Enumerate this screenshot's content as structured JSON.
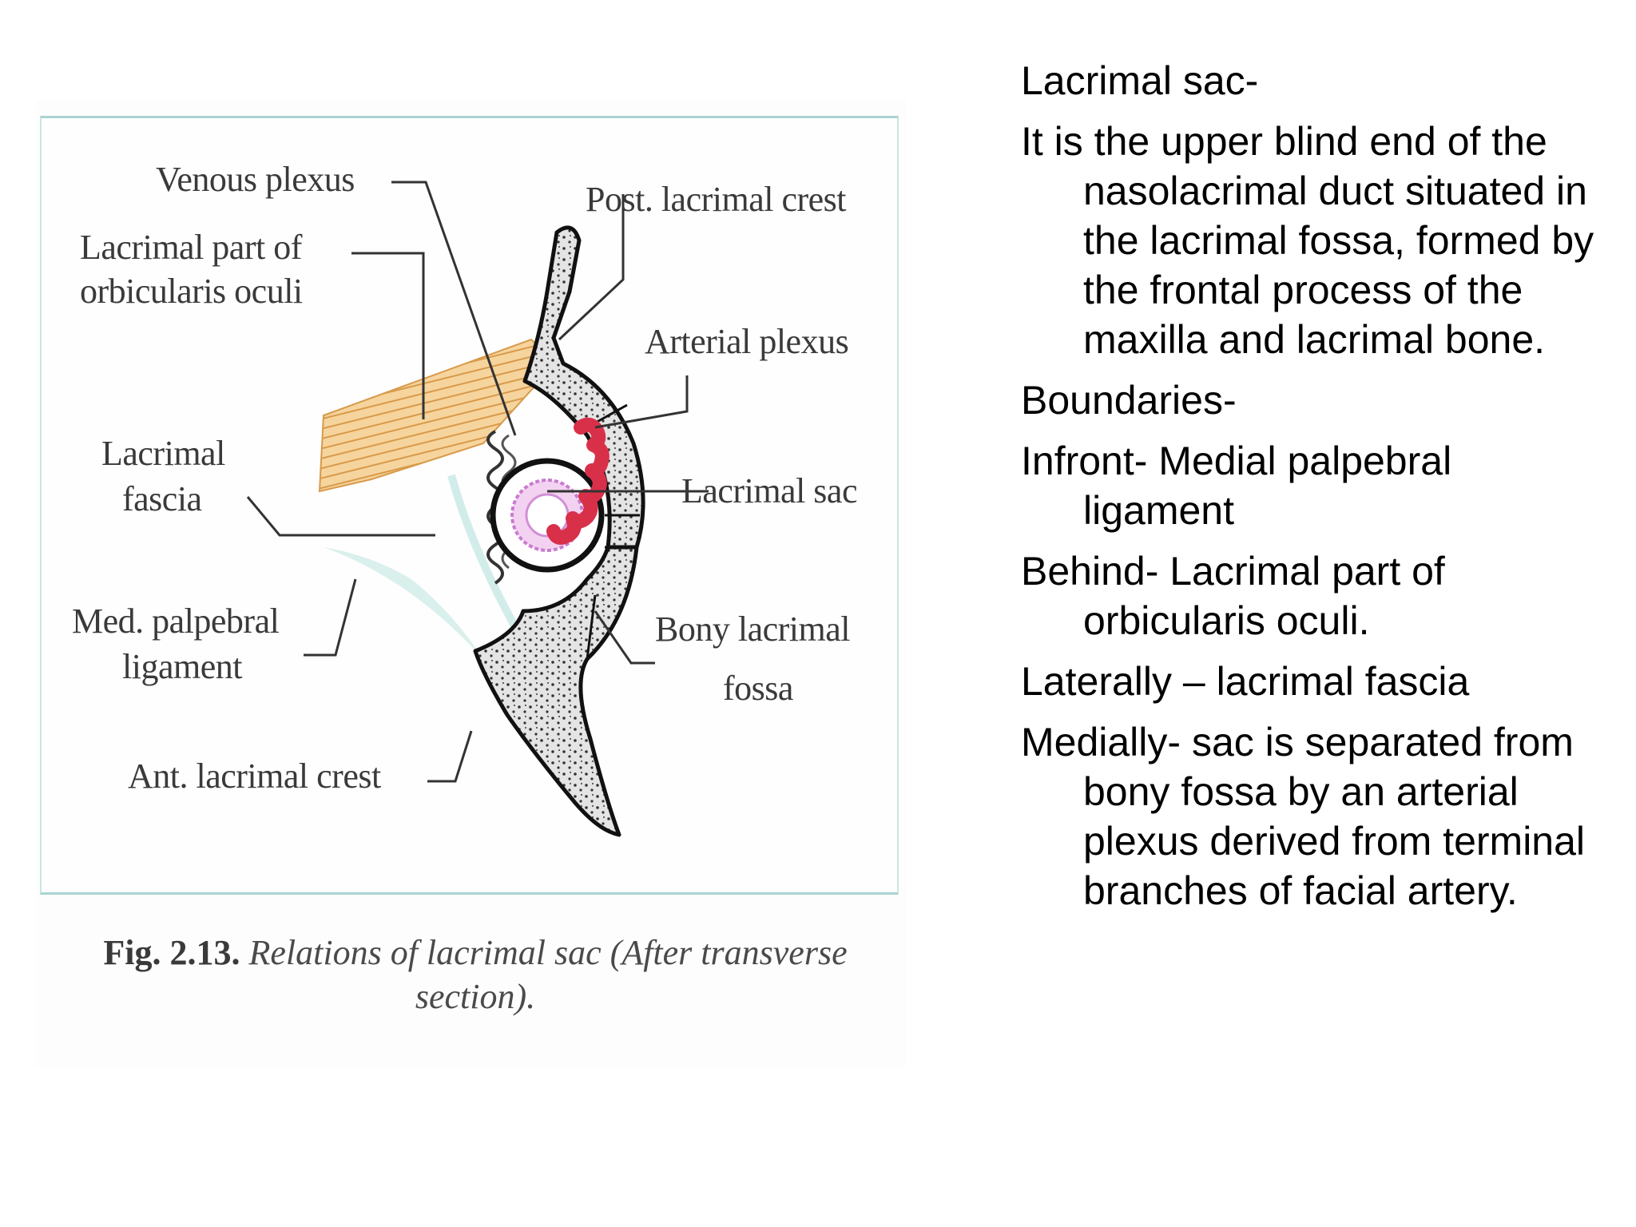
{
  "figure": {
    "labels": {
      "venous_plexus": "Venous plexus",
      "lacrimal_part_line1": "Lacrimal part of",
      "lacrimal_part_line2": "orbicularis oculi",
      "lacrimal_fascia_line1": "Lacrimal",
      "lacrimal_fascia_line2": "fascia",
      "med_palpebral_line1": "Med. palpebral",
      "med_palpebral_line2": "ligament",
      "ant_lacrimal_crest": "Ant. lacrimal crest",
      "post_lacrimal_crest": "Post. lacrimal crest",
      "arterial_plexus": "Arterial plexus",
      "lacrimal_sac": "Lacrimal sac",
      "bony_fossa_line1": "Bony lacrimal",
      "bony_fossa_line2": "fossa"
    },
    "caption": {
      "number": "Fig. 2.13.",
      "text": "Relations of lacrimal sac (After transverse section)."
    },
    "colors": {
      "muscle": "#f3c98a",
      "artery": "#d9304a",
      "sac_lumen": "#e9a9e6",
      "bone_fill": "#e6e6e6",
      "frame": "#a9d3d0"
    }
  },
  "text": {
    "heading": "Lacrimal sac-",
    "intro": "It is the upper blind end of the nasolacrimal duct situated in the lacrimal fossa, formed by the frontal process of the maxilla and lacrimal bone.",
    "boundaries": "Boundaries-",
    "infront": "Infront- Medial palpebral ligament",
    "behind": "Behind- Lacrimal part of orbicularis oculi.",
    "laterally": "Laterally – lacrimal fascia",
    "medially": "Medially- sac is separated from bony fossa by an arterial plexus derived from terminal branches of facial artery."
  }
}
